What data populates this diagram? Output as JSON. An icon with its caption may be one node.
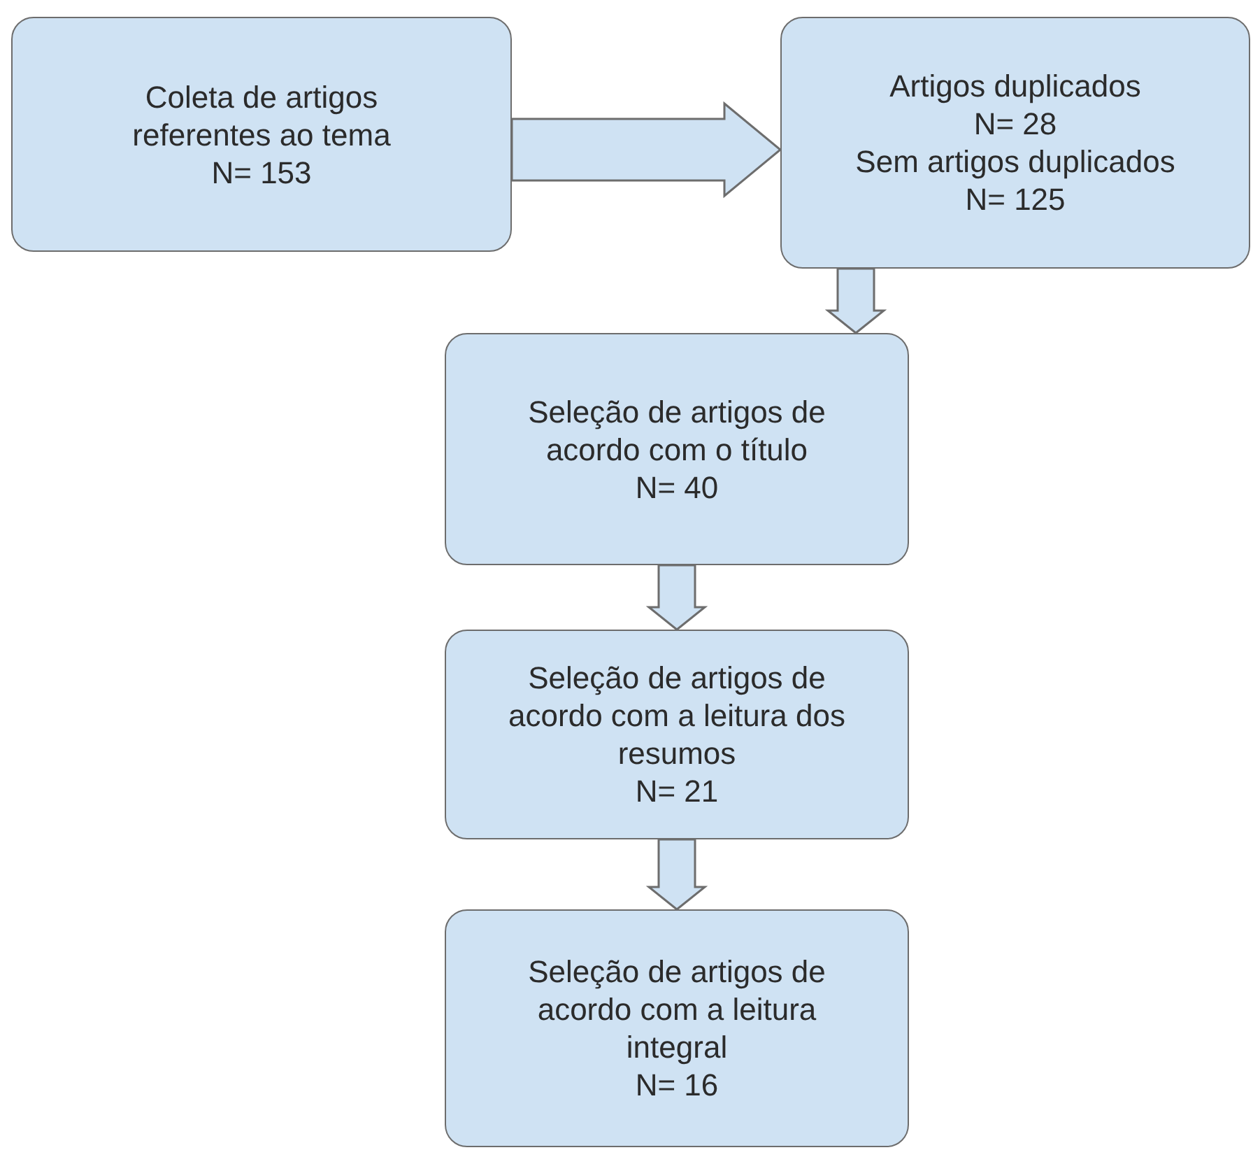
{
  "diagram": {
    "nodes": [
      {
        "text": [
          "Coleta de artigos referentes ao tema",
          "N= 153"
        ]
      },
      {
        "text": [
          "Artigos duplicados",
          "N= 28",
          "Sem artigos duplicados",
          "N= 125"
        ]
      },
      {
        "text": [
          "Seleção de artigos de acordo com o título",
          "N= 40"
        ]
      },
      {
        "text": [
          "Seleção de artigos de acordo com a leitura dos resumos",
          "N= 21"
        ]
      },
      {
        "text": [
          "Seleção de artigos de acordo com a leitura integral",
          "N= 16"
        ]
      }
    ],
    "edges": [
      {
        "from": 0,
        "to": 1,
        "arrow": "to"
      },
      {
        "from": 1,
        "to": 2,
        "arrow": "to"
      },
      {
        "from": 2,
        "to": 3,
        "arrow": "to"
      },
      {
        "from": 3,
        "to": 4,
        "arrow": "to"
      }
    ]
  }
}
